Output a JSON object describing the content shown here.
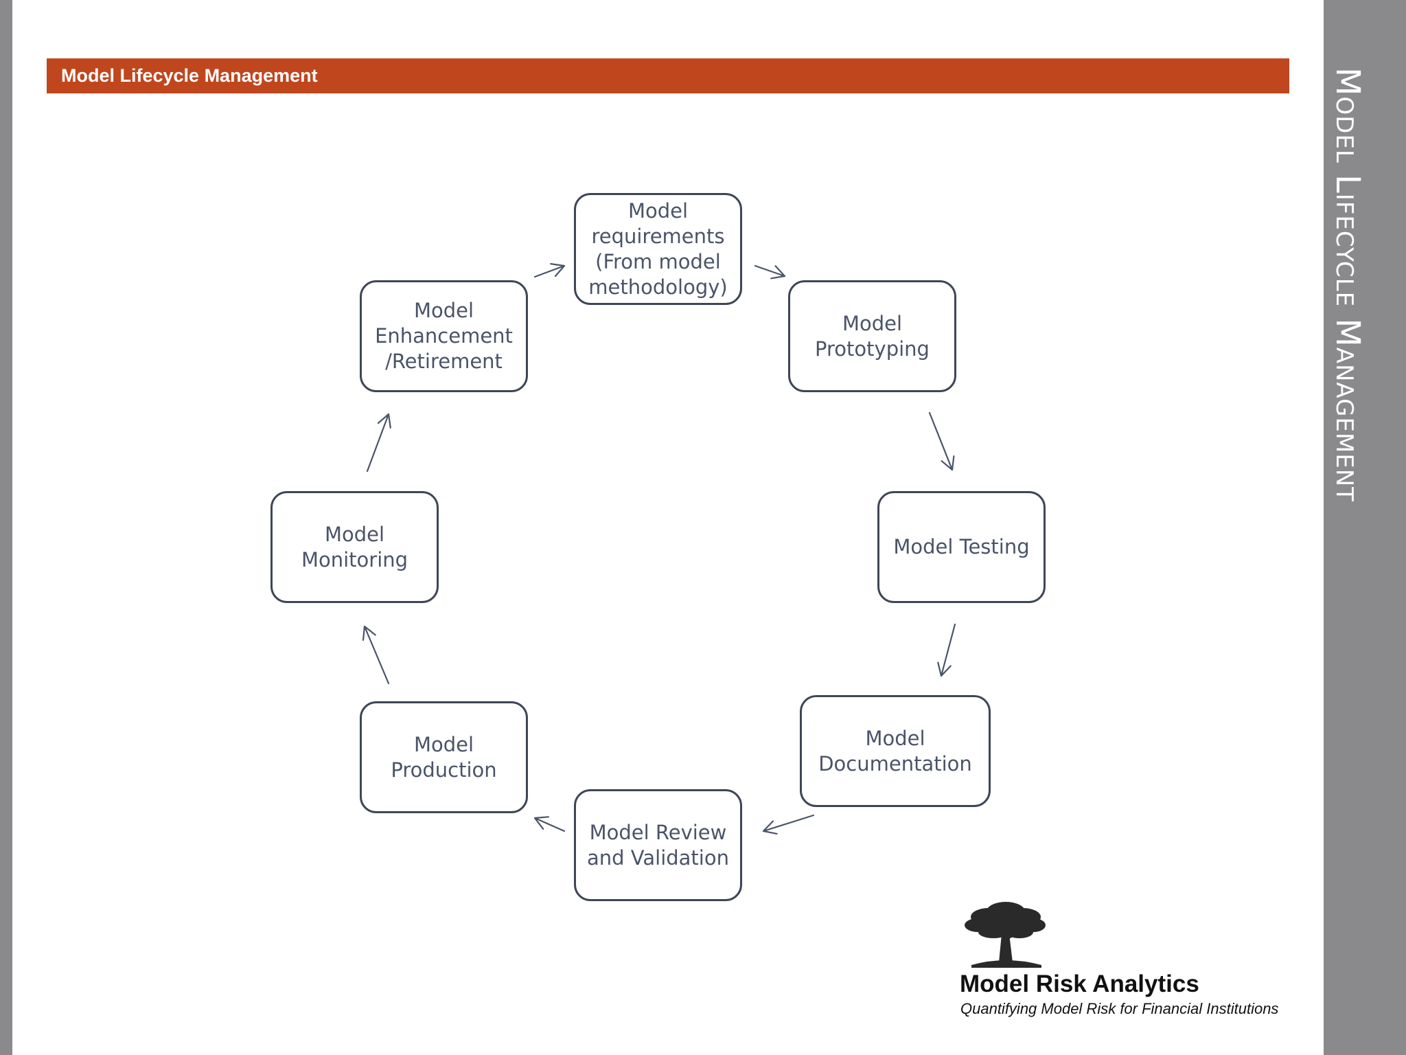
{
  "header": {
    "title": "Model Lifecycle Management"
  },
  "side_title": "Model Lifecycle Management",
  "diagram": {
    "nodes": [
      {
        "id": "requirements",
        "label": "Model\nrequirements\n(From model\nmethodology)"
      },
      {
        "id": "prototyping",
        "label": "Model\nPrototyping"
      },
      {
        "id": "testing",
        "label": "Model Testing"
      },
      {
        "id": "documentation",
        "label": "Model\nDocumentation"
      },
      {
        "id": "review",
        "label": "Model Review\nand Validation"
      },
      {
        "id": "production",
        "label": "Model\nProduction"
      },
      {
        "id": "monitoring",
        "label": "Model\nMonitoring"
      },
      {
        "id": "enhancement",
        "label": "Model\nEnhancement\n/Retirement"
      }
    ],
    "edges": [
      {
        "from": "requirements",
        "to": "prototyping"
      },
      {
        "from": "prototyping",
        "to": "testing"
      },
      {
        "from": "testing",
        "to": "documentation"
      },
      {
        "from": "documentation",
        "to": "review"
      },
      {
        "from": "review",
        "to": "production"
      },
      {
        "from": "production",
        "to": "monitoring"
      },
      {
        "from": "monitoring",
        "to": "enhancement"
      },
      {
        "from": "enhancement",
        "to": "requirements"
      }
    ]
  },
  "logo": {
    "name": "Model Risk Analytics",
    "tagline": "Quantifying Model Risk for Financial Institutions",
    "icon": "tree-icon"
  },
  "colors": {
    "header_band": "#c0461e",
    "side_bar": "#8a8a8c",
    "node_border": "#3e4656",
    "node_text": "#4a5468"
  }
}
